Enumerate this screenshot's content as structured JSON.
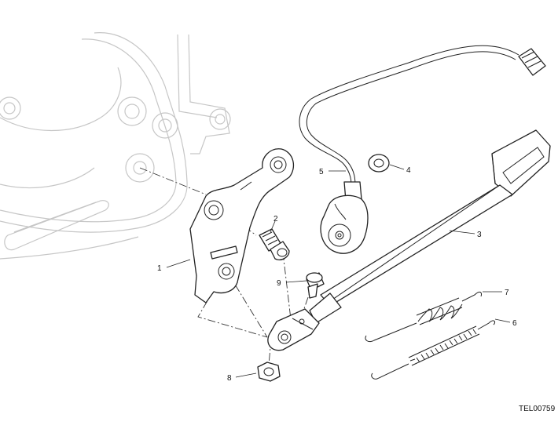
{
  "diagram": {
    "drawing_code": "TEL00759",
    "callouts": [
      {
        "id": "1",
        "label": "1"
      },
      {
        "id": "2",
        "label": "2"
      },
      {
        "id": "3",
        "label": "3"
      },
      {
        "id": "4",
        "label": "4"
      },
      {
        "id": "5",
        "label": "5"
      },
      {
        "id": "6",
        "label": "6"
      },
      {
        "id": "7",
        "label": "7"
      },
      {
        "id": "8",
        "label": "8"
      },
      {
        "id": "9",
        "label": "9"
      }
    ]
  }
}
